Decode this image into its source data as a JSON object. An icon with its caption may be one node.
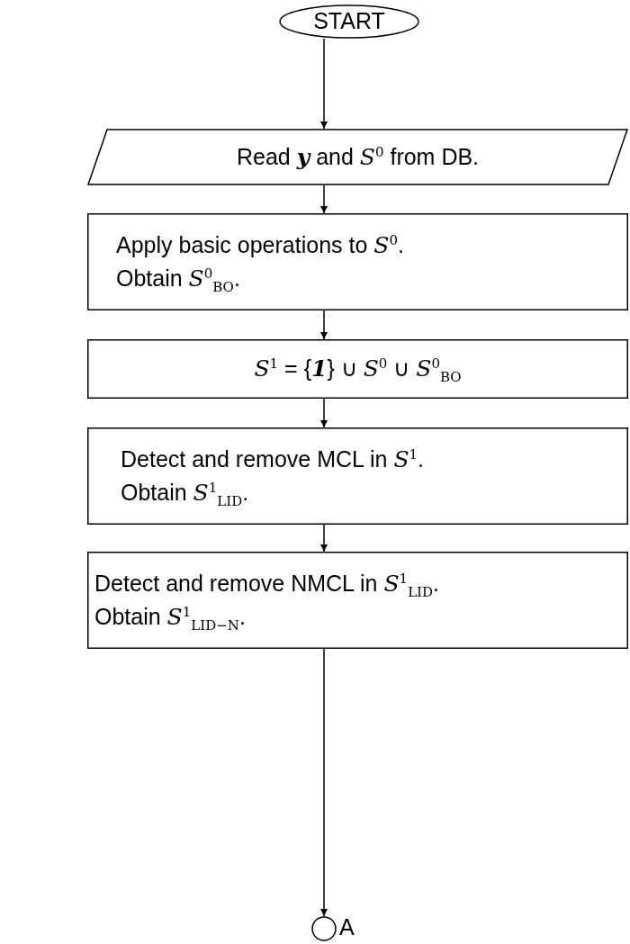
{
  "diagram": {
    "nodes": [
      {
        "text": [
          "START"
        ]
      },
      {
        "text": [
          "Read **y** and *S*$^{0}$ from DB."
        ]
      },
      {
        "text": [
          "Apply basic operations to *S*$^{0}$.",
          "Obtain *S*$^{0}$$_{BO}$."
        ]
      },
      {
        "text": [
          "*S*$^{1}$ = {**1**} ∪ *S*$^{0}$ ∪ *S*$^{0}$$_{BO}$"
        ]
      },
      {
        "text": [
          "Detect and remove MCL in *S*$^{1}$.",
          "Obtain *S*$^{1}$$_{LID}$."
        ]
      },
      {
        "text": [
          "Detect and remove NMCL in *S*$^{1}$$_{LID}$.",
          "Obtain *S*$^{1}$$_{LID−N}$."
        ]
      },
      {
        "text": [],
        "shape": "circle",
        "beside": [
          "A"
        ]
      }
    ],
    "edges": [
      {
        "from": 0,
        "to": 1,
        "arrow": "to"
      },
      {
        "from": 1,
        "to": 2,
        "arrow": "to"
      },
      {
        "from": 2,
        "to": 3,
        "arrow": "to"
      },
      {
        "from": 3,
        "to": 4,
        "arrow": "to"
      },
      {
        "from": 4,
        "to": 5,
        "arrow": "to"
      },
      {
        "from": 5,
        "to": 6,
        "arrow": "to"
      }
    ]
  }
}
